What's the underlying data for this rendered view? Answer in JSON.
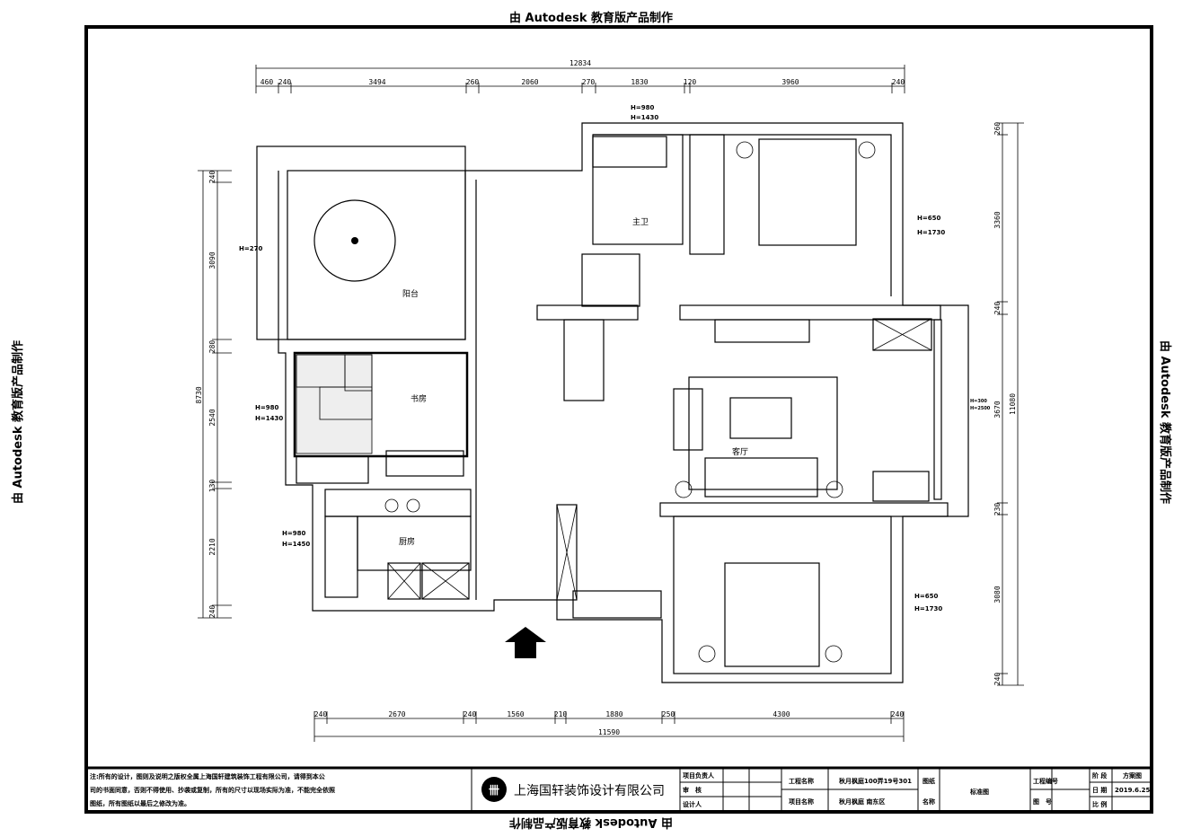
{
  "watermark": "由 Autodesk 教育版产品制作",
  "dimensions": {
    "top_total": "12834",
    "top": [
      "460",
      "240",
      "3494",
      "260",
      "2060",
      "270",
      "1830",
      "120",
      "3960",
      "240"
    ],
    "bottom_total": "11590",
    "bottom": [
      "240",
      "2670",
      "240",
      "1560",
      "210",
      "1880",
      "250",
      "4300",
      "240"
    ],
    "left_total": "8730",
    "left": [
      "240",
      "3090",
      "280",
      "2540",
      "130",
      "2210",
      "240"
    ],
    "right_total": "11080",
    "right": [
      "260",
      "3360",
      "240",
      "3670",
      "230",
      "3080",
      "240"
    ]
  },
  "rooms": {
    "balcony": "阳台",
    "study": "书房",
    "master_bath": "主卫",
    "living": "客厅",
    "kitchen": "厨房"
  },
  "window_notes": {
    "bath_top": [
      "H=980",
      "H=1430"
    ],
    "master_bed": [
      "H=650",
      "H=1730"
    ],
    "balcony": "H=270",
    "study": [
      "H=980",
      "H=1430"
    ],
    "kitchen": [
      "H=980",
      "H=1450"
    ],
    "living": [
      "H=300",
      "H=2500"
    ],
    "lower_bed": [
      "H=650",
      "H=1730"
    ]
  },
  "title_block": {
    "note_lines": [
      "注:所有的设计，图则及说明之版权全属上海国轩建筑装饰工程有限公司，请得到本公",
      "司的书面同意，否则不得使用、抄袭或复制，所有的尺寸以现场实际为准，不能完全依照",
      "图纸，所有图纸以最后之修改为准。"
    ],
    "company": "上海国轩装饰设计有限公司",
    "project_lead_label": "项目负责人",
    "review_label": "审　核",
    "designer_label": "设计人",
    "project_name_label": "工程名称",
    "project_name": "秋月枫庭100弄19号301",
    "project_title_label": "项目名称",
    "project_title": "秋月枫庭 南东区",
    "drawing_name_label": "图纸",
    "drawing_name_label2": "名称",
    "drawing_name": "标准图",
    "project_no_label": "工程编号",
    "sheet_no_label": "图　号",
    "stage_label": "阶 段",
    "stage": "方案图",
    "date_label": "日 期",
    "date": "2019.6.25",
    "scale_label": "比 例"
  }
}
